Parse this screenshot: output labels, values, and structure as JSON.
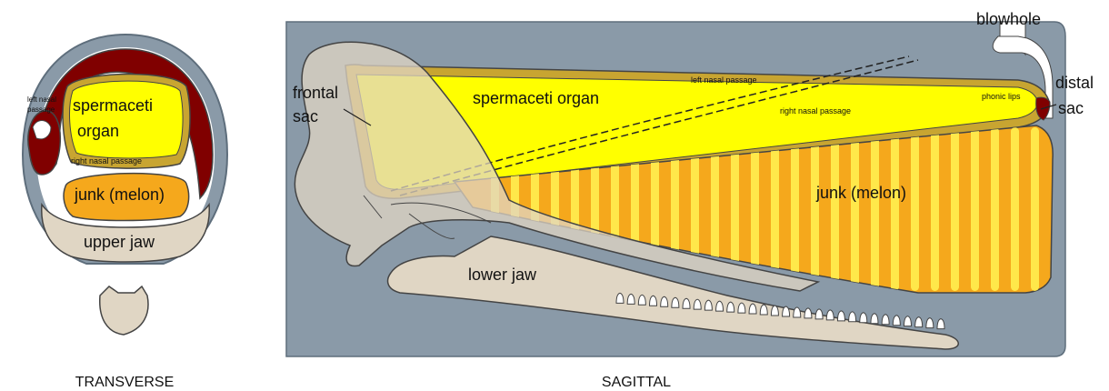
{
  "transverse": {
    "caption": "TRANSVERSE",
    "labels": {
      "left_nasal_passage_1": "left nasal",
      "left_nasal_passage_2": "passage",
      "spermaceti_1": "spermaceti",
      "spermaceti_2": "organ",
      "right_nasal_passage": "right nasal passage",
      "junk": "junk (melon)",
      "upper_jaw": "upper jaw"
    }
  },
  "sagittal": {
    "caption": "SAGITTAL",
    "labels": {
      "blowhole": "blowhole",
      "distal": "distal",
      "sac": "sac",
      "frontal": "frontal",
      "frontal_sac": "sac",
      "spermaceti_organ": "spermaceti organ",
      "left_nasal_passage": "left nasal passage",
      "right_nasal_passage": "right nasal passage",
      "phonic_lips": "phonic lips",
      "junk": "junk (melon)",
      "lower_jaw": "lower jaw"
    }
  },
  "colors": {
    "body": "#8a9aa8",
    "body_stroke": "#5e6e7c",
    "spermaceti": "#ffff00",
    "spermaceti_rim": "#c8a531",
    "junk": "#f5a81c",
    "junk_stripes": "#ffe84a",
    "muscle": "#800000",
    "bone": "#e0d6c4",
    "bone_stroke": "#444444"
  }
}
